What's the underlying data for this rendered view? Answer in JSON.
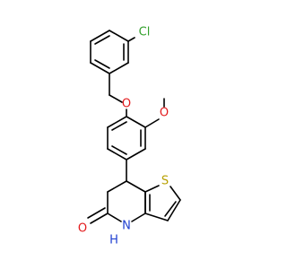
{
  "atoms": {
    "cl": {
      "text": "Cl",
      "color": "#33a02c"
    },
    "o_ether": {
      "text": "O",
      "color": "#e31a1c"
    },
    "o_methoxy": {
      "text": "O",
      "color": "#e31a1c"
    },
    "s": {
      "text": "S",
      "color": "#b8a000"
    },
    "o_carbonyl": {
      "text": "O",
      "color": "#e31a1c"
    },
    "nh": {
      "text": "N",
      "color": "#1f3fd1"
    },
    "h": {
      "text": "H",
      "color": "#1f3fd1"
    }
  }
}
